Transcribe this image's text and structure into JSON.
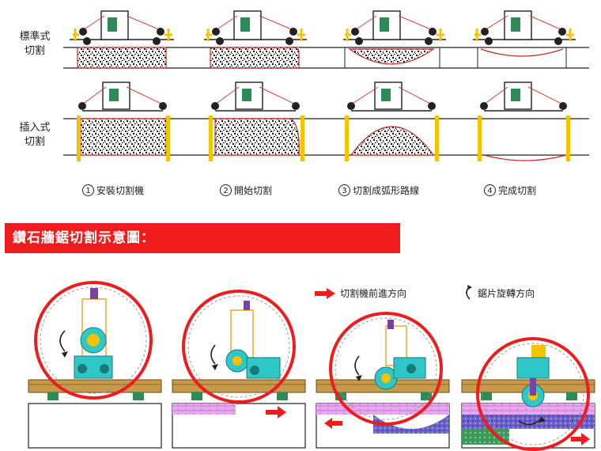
{
  "rows": {
    "standard": {
      "line1": "標準式",
      "line2": "切割"
    },
    "plunge": {
      "line1": "插入式",
      "line2": "切割"
    }
  },
  "steps": [
    {
      "num": "1",
      "label": "安裝切割機"
    },
    {
      "num": "2",
      "label": "開始切割"
    },
    {
      "num": "3",
      "label": "切割成弧形路線"
    },
    {
      "num": "4",
      "label": "完成切割"
    }
  ],
  "banner": {
    "title": "鑽石牆鋸切割示意圖："
  },
  "legend": {
    "direction": "切割機前進方向",
    "rotation": "鋸片旋轉方向"
  },
  "colors": {
    "red": "#ee1c1c",
    "dark_red": "#c62828",
    "yellow": "#f5c400",
    "rail": "#c79a4a",
    "purple": "#7b3fa6",
    "green": "#2e8b57",
    "cyan": "#2fc7c7"
  }
}
